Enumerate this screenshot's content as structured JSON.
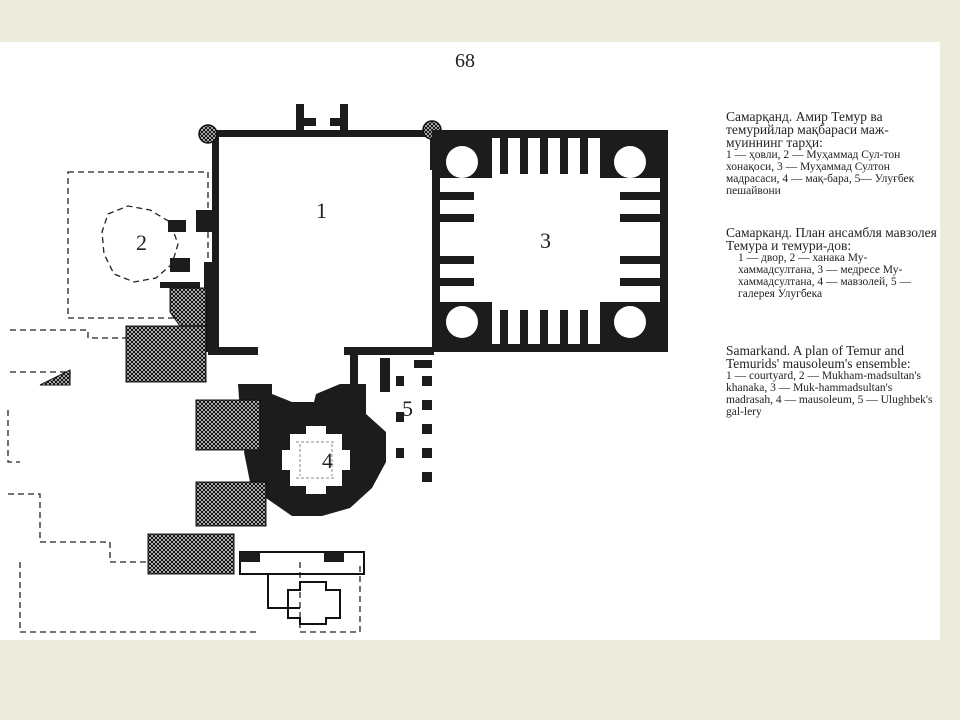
{
  "page_number": "68",
  "plan_labels": [
    "1",
    "2",
    "3",
    "4",
    "5"
  ],
  "captions": {
    "uzbek": {
      "heading": "Самарқанд. Амир Темур ва темурийлар мақбараси маж-муиннинг тарҳи:",
      "legend": "1 — ҳовли, 2 — Муҳаммад Сул-тон хонақоси, 3 — Муҳаммад Султон мадрасаси, 4 — мақ-бара, 5— Улуғбек пешайвони"
    },
    "russian": {
      "heading": "Самарканд. План ансамбля мавзолея Темура и темури-дов:",
      "legend": "1 — двор, 2 — ханака Му-хаммадсултана, 3 — медресе Му-хаммадсултана, 4 — мавзолей, 5 — галерея Улугбека"
    },
    "english": {
      "heading": "Samarkand. A plan of Temur and Temurids' mausoleum's ensemble:",
      "legend": "1 — courtyard, 2 — Mukham-madsultan's khanaka, 3 — Muk-hammadsultan's madrasah, 4 — mausoleum, 5 — Ulughbek's gal-lery"
    }
  },
  "colors": {
    "ink": "#1c1c1c",
    "paper": "#ffffff",
    "frame": "#ecebdc"
  }
}
